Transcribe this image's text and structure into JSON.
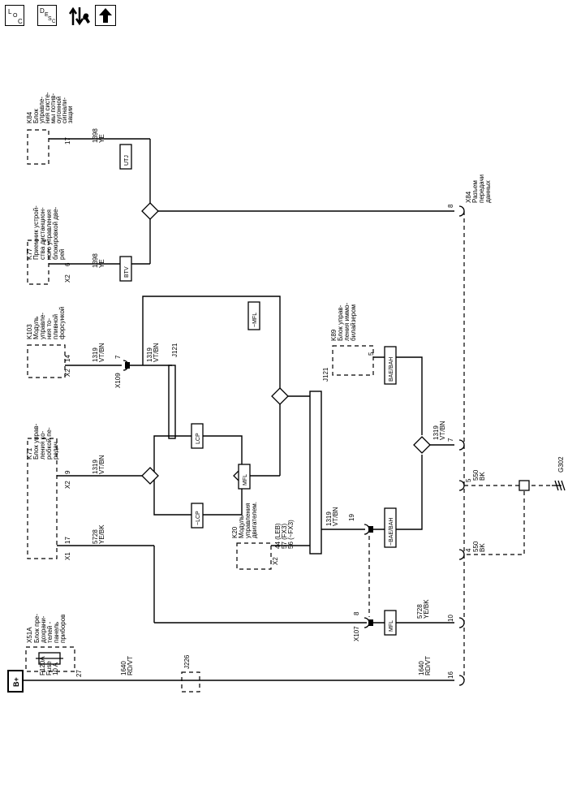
{
  "toolbar": {
    "loc": {
      "l": "L",
      "o": "O",
      "c": "C"
    },
    "desc": {
      "d": "D",
      "e": "E",
      "s": "S",
      "c": "C"
    },
    "flow_icon": "flow-arrows-wrench-icon",
    "up_icon": "up-arrow-icon"
  },
  "bplus": "B+",
  "x51a": {
    "title": "X51A",
    "desc": [
      "Блок пре-",
      "дохрани-",
      "телей -",
      "панель",
      "приборов"
    ],
    "fuse": [
      "F120A",
      "Fuse",
      "10 A"
    ],
    "pin": "27"
  },
  "k71": {
    "title": "K71",
    "desc": [
      "Блок управ-",
      "ления ко-",
      "робкой пе-",
      "редач"
    ],
    "conn_x2": "X2",
    "pin_x2": "9",
    "conn_x1": "X1",
    "pin_x1": "17"
  },
  "k103": {
    "title": "K103",
    "desc": [
      "Модуль",
      "управле-",
      "ния то-",
      "пливной",
      "форсункой"
    ],
    "conn": "X2",
    "pin": "14"
  },
  "k77": {
    "title": "K77",
    "desc": [
      "Приемник устрой-",
      "ства дистанцион-",
      "ного управления",
      "блокировкой две-",
      "рей"
    ],
    "conn": "X2",
    "pin": "6"
  },
  "k84": {
    "title": "K84",
    "desc": [
      "Блок",
      "управле-",
      "ния систе-",
      "мы потив-",
      "оугонной",
      "сигнали-",
      "зации"
    ],
    "pin": "17"
  },
  "k89": {
    "title": "K89",
    "desc": [
      "Блок управ-",
      "ления иммо-",
      "билайзером"
    ],
    "pin": "5"
  },
  "k20": {
    "title": "K20",
    "desc": [
      "Модуль",
      "управления",
      "двигателем."
    ],
    "conn": "X2",
    "pins": [
      "44 (LEB)",
      "57 (FX3)",
      "56 (~FX3)"
    ]
  },
  "x84": {
    "title": "X84",
    "desc": [
      "Разъем",
      "передачи",
      "данных"
    ],
    "pins": [
      "8",
      "7",
      "5",
      "4",
      "10",
      "16"
    ]
  },
  "x109": {
    "name": "X109",
    "pin": "7"
  },
  "x107": {
    "name": "X107",
    "pin": "8"
  },
  "j121_a": "J121",
  "j121_b": "J121",
  "j226": "J226",
  "ground": "G302",
  "pin19": "19",
  "modules": {
    "mfl_top": "~MFL",
    "lcp": "LCP",
    "lcp_n": "~LCP",
    "mfl_mid": "MFL",
    "utj": "UTJ",
    "btv": "BTV",
    "bae_bah": "BAE/BAH",
    "bae_bah_n": "~BAE/BAH",
    "mfl_bottom": "MFL"
  },
  "wires": {
    "w1640_a": {
      "num": "1640",
      "color": "RD/VT"
    },
    "w1640_b": {
      "num": "1640",
      "color": "RD/VT"
    },
    "w5728_a": {
      "num": "5728",
      "color": "YE/BK"
    },
    "w5728_b": {
      "num": "5728",
      "color": "YE/BK"
    },
    "w1319_k71": {
      "num": "1319",
      "color": "VT/BN"
    },
    "w1319_k103": {
      "num": "1319",
      "color": "VT/BN"
    },
    "w1319_x109": {
      "num": "1319",
      "color": "VT/BN"
    },
    "w1319_k20": {
      "num": "1319",
      "color": "VT/BN"
    },
    "w1319_x84": {
      "num": "1319",
      "color": "VT/BN"
    },
    "w1398_k77": {
      "num": "1398",
      "color": "YE"
    },
    "w1398_k84": {
      "num": "1398",
      "color": "YE"
    },
    "w550_a": {
      "num": "550",
      "color": "BK"
    },
    "w550_b": {
      "num": "550",
      "color": "BK"
    }
  }
}
